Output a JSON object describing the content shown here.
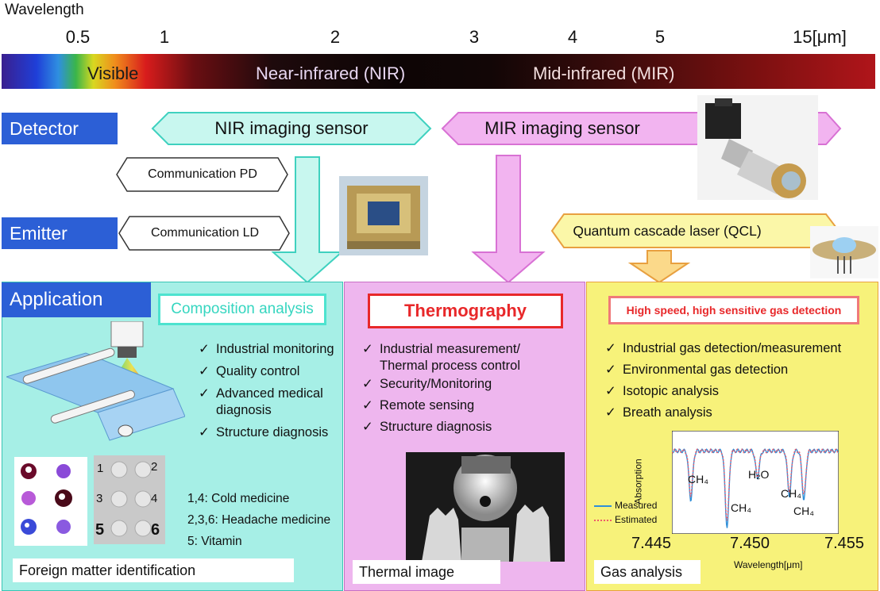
{
  "wavelength_title": "Wavelength",
  "ticks": [
    "0.5",
    "1",
    "2",
    "3",
    "4",
    "5",
    "15[μm]"
  ],
  "bands": {
    "visible": "Visible",
    "nir": "Near-infrared (NIR)",
    "mir": "Mid-infrared (MIR)"
  },
  "rows": {
    "detector": "Detector",
    "emitter": "Emitter",
    "application": "Application"
  },
  "detector": {
    "nir": "NIR imaging sensor",
    "mir": "MIR imaging sensor",
    "pd": "Communication PD"
  },
  "emitter": {
    "ld": "Communication LD",
    "qcl": "Quantum cascade laser (QCL)"
  },
  "composition": {
    "title": "Composition analysis",
    "checks": [
      "Industrial monitoring",
      "Quality control",
      "Advanced medical diagnosis",
      "Structure diagnosis"
    ],
    "legend": [
      "1,4: Cold medicine",
      "2,3,6: Headache medicine",
      "5: Vitamin"
    ],
    "numbers": [
      "1",
      "2",
      "3",
      "4",
      "5",
      "6"
    ],
    "caption": "Foreign matter identification"
  },
  "thermo": {
    "title": "Thermography",
    "checks": [
      "Industrial measurement/ Thermal process control",
      "Security/Monitoring",
      "Remote sensing",
      "Structure diagnosis"
    ],
    "caption": "Thermal image"
  },
  "gas": {
    "title": "High speed, high sensitive gas detection",
    "checks": [
      "Industrial gas detection/measurement",
      "Environmental gas detection",
      "Isotopic analysis",
      "Breath analysis"
    ],
    "caption": "Gas analysis"
  },
  "colors": {
    "tag": "#2c5fd6",
    "cyan_panel": "#a6efe6",
    "pink_panel": "#eeb6ee",
    "yellow_panel": "#f7f27a",
    "nir_arrow": "#c8f7ef",
    "mir_arrow": "#f2b4f0",
    "qcl": "#fbf7a8"
  },
  "chart_data": {
    "type": "line",
    "xlabel": "Wavelength[μm]",
    "ylabel": "Absorption",
    "xlim": [
      7.444,
      7.4555
    ],
    "x_ticks": [
      "7.445",
      "7.450",
      "7.455"
    ],
    "annotations": [
      "CH₄",
      "CH₄",
      "H₂O",
      "CH₄",
      "CH₄"
    ],
    "series": [
      {
        "name": "Measured",
        "color": "#2f8fd8",
        "dips": [
          [
            7.4453,
            0.55
          ],
          [
            7.4478,
            0.85
          ],
          [
            7.4499,
            0.3
          ],
          [
            7.4521,
            0.5
          ],
          [
            7.4531,
            0.55
          ]
        ]
      },
      {
        "name": "Estimated",
        "color": "#ee5a6a",
        "dips": [
          [
            7.4453,
            0.5
          ],
          [
            7.4478,
            0.78
          ],
          [
            7.4499,
            0.28
          ],
          [
            7.4521,
            0.45
          ],
          [
            7.4531,
            0.5
          ]
        ]
      }
    ]
  }
}
